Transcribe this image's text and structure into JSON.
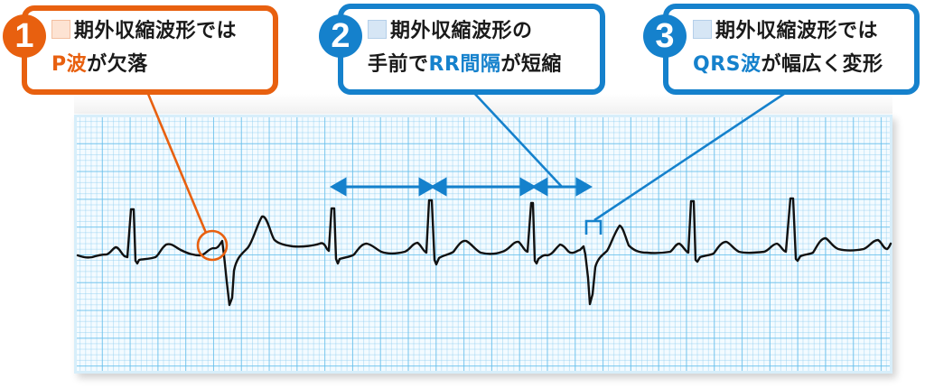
{
  "colors": {
    "accent_orange": "#e8600f",
    "accent_blue": "#1581cc",
    "grid_line": "#8ccdf0",
    "paper_bg": "#f4fbff",
    "ecg_trace": "#111111"
  },
  "callouts": [
    {
      "number": "1",
      "color": "orange",
      "line1": "期外収縮波形では",
      "line2_highlight": "P波",
      "line2_rest": "が欠落"
    },
    {
      "number": "2",
      "color": "blue",
      "line1": "期外収縮波形の",
      "line2_prefix": "手前で",
      "line2_highlight": "RR間隔",
      "line2_rest": "が短縮"
    },
    {
      "number": "3",
      "color": "blue",
      "line1": "期外収縮波形では",
      "line2_highlight": "QRS波",
      "line2_rest": "が幅広く変形"
    }
  ],
  "ecg": {
    "description": "ECG strip on grid paper showing premature ventricular contractions (wide QRS, no P wave)",
    "rr_arrows": 3,
    "markers": [
      "orange circle at missing P wave",
      "blue bracket at wide QRS"
    ]
  }
}
